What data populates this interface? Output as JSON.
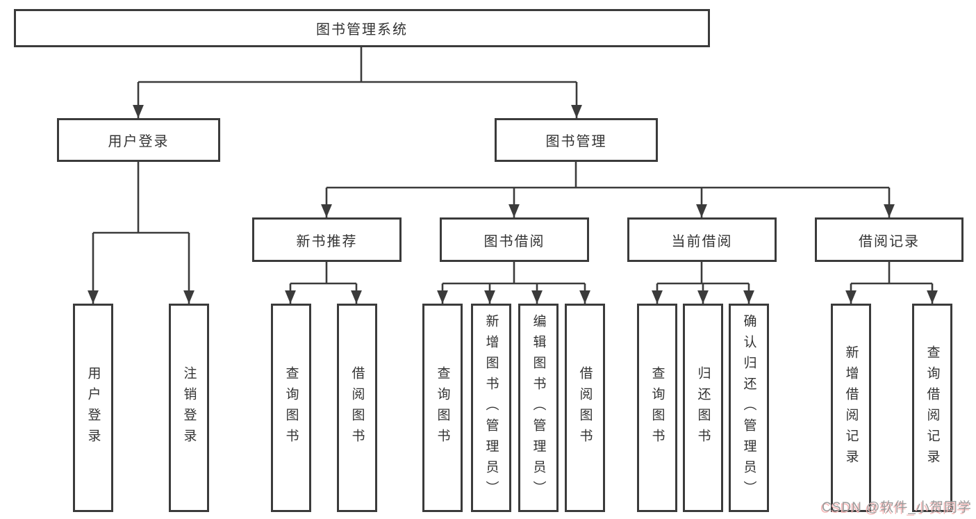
{
  "diagram": {
    "root": "图书管理系统",
    "branches": [
      {
        "label": "用户登录",
        "children": [
          "用户登录",
          "注销登录"
        ]
      },
      {
        "label": "图书管理",
        "modules": [
          {
            "label": "新书推荐",
            "children": [
              "查询图书",
              "借阅图书"
            ]
          },
          {
            "label": "图书借阅",
            "children": [
              "查询图书",
              "新增图书（管理员）",
              "编辑图书（管理员）",
              "借阅图书"
            ]
          },
          {
            "label": "当前借阅",
            "children": [
              "查询图书",
              "归还图书",
              "确认归还（管理员）"
            ]
          },
          {
            "label": "借阅记录",
            "children": [
              "新增借阅记录",
              "查询借阅记录"
            ]
          }
        ]
      }
    ]
  },
  "watermark": {
    "text": "CSDN @软件_小贺同学"
  },
  "colors": {
    "line": "#3b3b3b",
    "border": "#3b3b3b",
    "text": "#333333",
    "bg": "#ffffff",
    "watermark": "#9b9b9b",
    "watermark_shadow": "#f5b8b8"
  }
}
